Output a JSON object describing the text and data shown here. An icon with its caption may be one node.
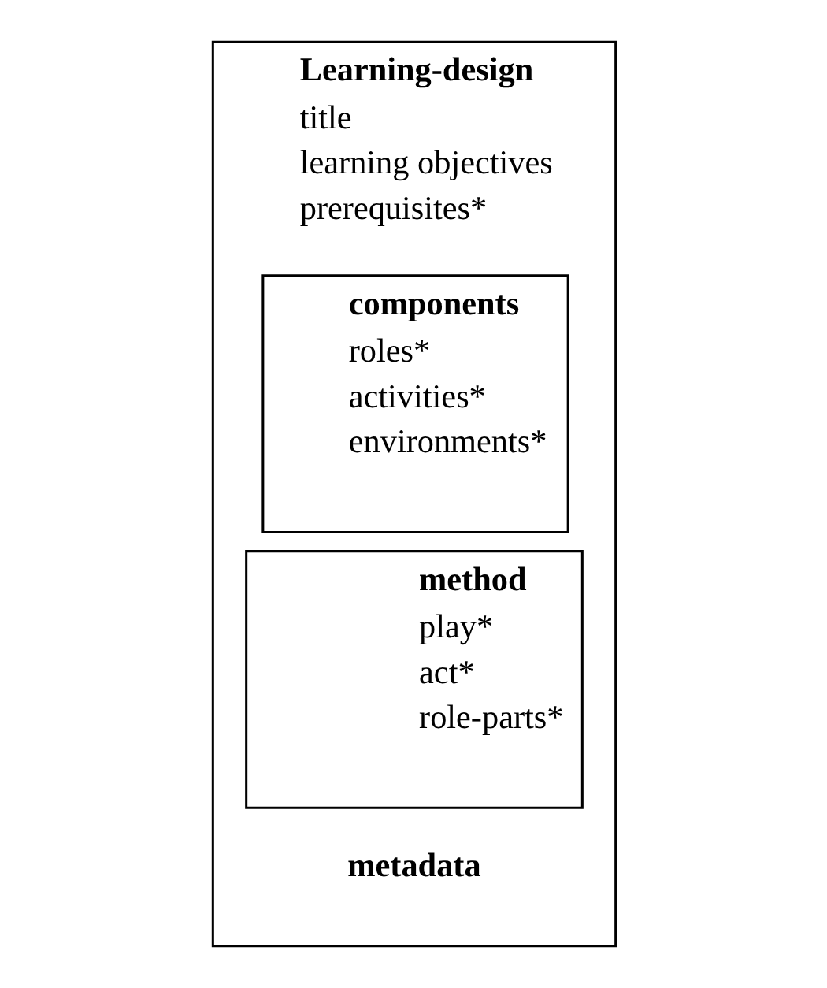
{
  "diagram": {
    "nodes": [
      {
        "text": [
          "Learning-design",
          "title",
          "learning objectives",
          "prerequisites*"
        ]
      },
      {
        "text": [
          "components",
          "roles*",
          "activities*",
          "environments*"
        ],
        "in": 0
      },
      {
        "text": [
          "method",
          "play*",
          "act*",
          "role-parts*"
        ],
        "in": 0
      }
    ],
    "labels": [
      "metadata"
    ]
  }
}
